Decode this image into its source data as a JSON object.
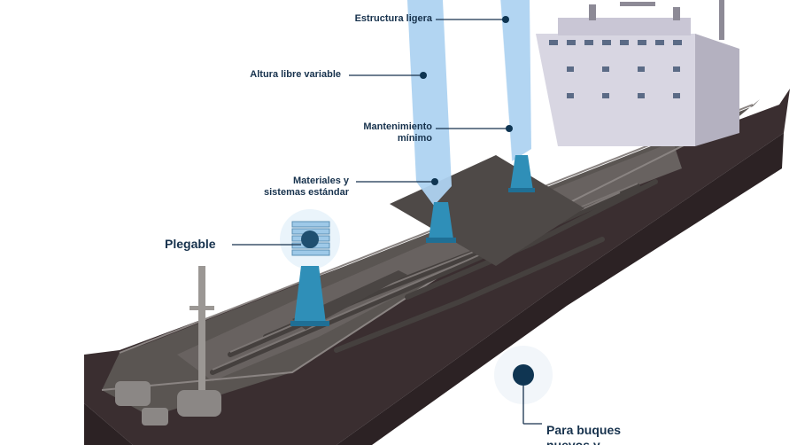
{
  "diagram": {
    "labels": {
      "light_structure": "Estructura ligera",
      "variable_air_draft": "Altura libre variable",
      "minimal_maintenance_l1": "Mantenimiento",
      "minimal_maintenance_l2": "mínimo",
      "standard_materials_l1": "Materiales y",
      "standard_materials_l2": "sistemas estándar",
      "foldable": "Plegable",
      "new_builds_l1": "Para buques",
      "new_builds_l2": "nuevos y"
    },
    "colors": {
      "label_text": "#17324d",
      "leader_line": "#17324d",
      "sail": "#aed3f1",
      "sail_base": "#2f8fb8",
      "hull": "#3a2e30",
      "deck": "#5a5552",
      "superstructure": "#d8d6e2"
    }
  }
}
